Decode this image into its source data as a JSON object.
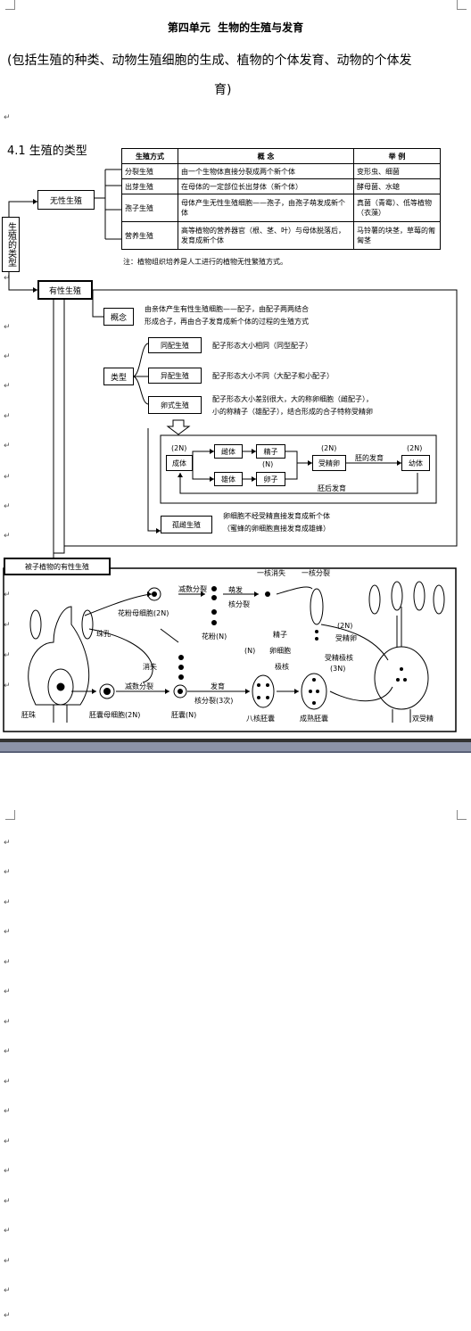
{
  "title": "第四单元  生物的生殖与发育",
  "subtitle_line1": "(包括生殖的种类、动物生殖细胞的生成、植物的个体发育、动物的个体发",
  "subtitle_line2": "育)",
  "section": "4.1 生殖的类型",
  "side_label": "生殖的类型",
  "asexual": {
    "label": "无性生殖",
    "header": [
      "生殖方式",
      "概    念",
      "举    例"
    ],
    "rows": [
      {
        "method": "分裂生殖",
        "concept": "由一个生物体直接分裂成两个新个体",
        "example": "变形虫、细菌"
      },
      {
        "method": "出芽生殖",
        "concept": "在母体的一定部位长出芽体（新个体）",
        "example": "酵母菌、水螅"
      },
      {
        "method": "孢子生殖",
        "concept": "母体产生无性生殖细胞——孢子，由孢子萌发成新个体",
        "example": "真菌（青霉）、低等植物（衣藻）"
      },
      {
        "method": "营养生殖",
        "concept": "高等植物的营养器官（根、茎、叶）与母体脱落后，发育成新个体",
        "example": "马铃薯的块茎，草莓的匍匐茎"
      }
    ],
    "note": "注：植物组织培养是人工进行的植物无性繁殖方式。"
  },
  "sexual": {
    "label": "有性生殖",
    "concept_label": "概念",
    "concept_line1": "由亲体产生有性生殖细胞——配子，由配子两两结合",
    "concept_line2": "形成合子，再由合子发育成新个体的过程的生殖方式",
    "types_label": "类型",
    "types": [
      {
        "name": "同配生殖",
        "desc": "配子形态大小相同（同型配子）"
      },
      {
        "name": "异配生殖",
        "desc": "配子形态大小不同（大配子和小配子）"
      },
      {
        "name": "卵式生殖",
        "desc": "配子形态大小差别很大，大的称卵细胞（雌配子），小的称精子（雄配子），结合形成的合子特称受精卵"
      }
    ],
    "oogamy_desc_line1": "配子形态大小差别很大，大的称卵细胞（雌配子），",
    "oogamy_desc_line2": "小的称精子（雄配子），结合形成的合子特称受精卵",
    "flow": {
      "2n_a": "(2N)",
      "adult": "成体",
      "female": "雌体",
      "male": "雄体",
      "sperm": "精子",
      "egg": "卵子",
      "n": "(N)",
      "2n_b": "(2N)",
      "zygote": "受精卵",
      "embryonic": "胚的发育",
      "2n_c": "(2N)",
      "juvenile": "幼体",
      "post": "胚后发育"
    },
    "parthenogenesis": "孤雌生殖",
    "parth_line1": "卵细胞不经受精直接发育成新个体",
    "parth_line2": "（蜜蜂的卵细胞直接发育成雄蜂）"
  },
  "angiosperm": {
    "label": "被子植物的有性生殖",
    "meiosis_top": "减数分裂",
    "pollen_mother": "花粉母细胞(2N)",
    "germinate": "萌发",
    "nuclear_div": "核分裂",
    "pollen": "花粉(N)",
    "one_nucleus_vanish": "一核消失",
    "one_nucleus_div": "一核分裂",
    "micropyle": "珠孔",
    "sperm": "精子",
    "n": "(N)",
    "egg_cell": "卵细胞",
    "polar": "极核",
    "vanish": "消失",
    "meiosis_bottom": "减数分裂",
    "development": "发育",
    "nuclear_div3": "核分裂(3次)",
    "ovule": "胚珠",
    "embryo_sac_mother": "胚囊母细胞(2N)",
    "embryo_sac": "胚囊(N)",
    "eight_nucleus": "八核胚囊",
    "mature_sac": "成熟胚囊",
    "fert_egg_2n": "(2N)",
    "fert_egg": "受精卵",
    "fert_polar": "受精极核",
    "fert_3n": "(3N)",
    "double": "双受精"
  }
}
